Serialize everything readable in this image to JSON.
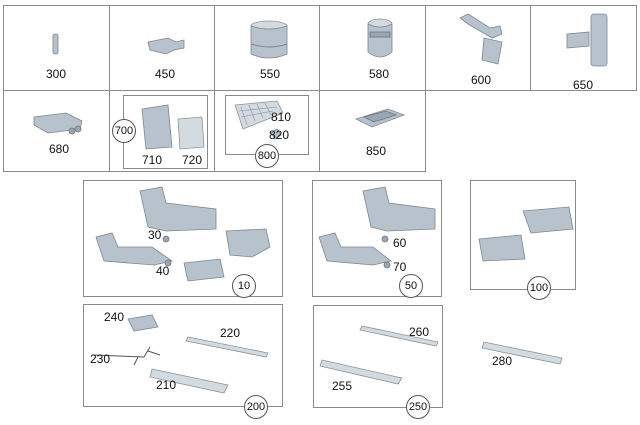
{
  "parts": {
    "p300": "300",
    "p450": "450",
    "p550": "550",
    "p580": "580",
    "p600": "600",
    "p650": "650",
    "p680": "680",
    "p700": "700",
    "p710": "710",
    "p720": "720",
    "p800": "800",
    "p810": "810",
    "p820": "820",
    "p850": "850",
    "p30": "30",
    "p40": "40",
    "p10": "10",
    "p60": "60",
    "p70": "70",
    "p50": "50",
    "p100": "100",
    "p240": "240",
    "p220": "220",
    "p230": "230",
    "p210": "210",
    "p200": "200",
    "p260": "260",
    "p255": "255",
    "p250": "250",
    "p280": "280"
  }
}
